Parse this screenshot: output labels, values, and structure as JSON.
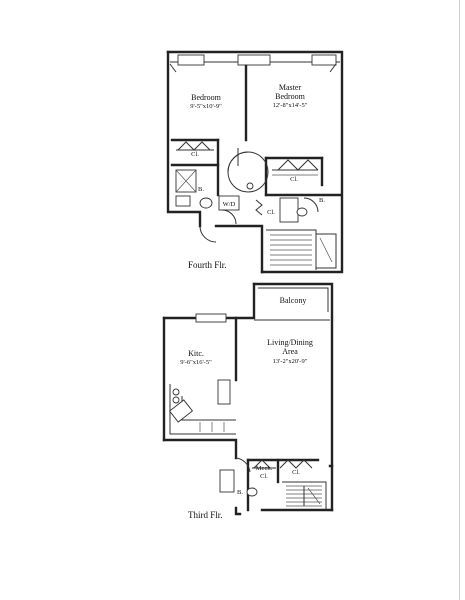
{
  "fourth_floor": {
    "caption": "Fourth Flr.",
    "bedroom": {
      "name": "Bedroom",
      "dims": "9'-5\"x10'-9\""
    },
    "master_bedroom": {
      "name_line1": "Master",
      "name_line2": "Bedroom",
      "dims": "12'-8\"x14'-5\""
    },
    "closets": [
      "Cl.",
      "Cl.",
      "Cl."
    ],
    "baths": [
      "B.",
      "B."
    ],
    "washer_dryer": "W/D"
  },
  "third_floor": {
    "caption": "Third Flr.",
    "balcony": "Balcony",
    "kitchen": {
      "name": "Kitc.",
      "dims": "9'-6\"x16'-5\""
    },
    "living_dining": {
      "name_line1": "Living/Dining",
      "name_line2": "Area",
      "dims": "13'-2\"x20'-9\""
    },
    "mech_closet": {
      "line1": "Mech.",
      "line2": "Cl."
    },
    "closet": "Cl.",
    "bath": "B."
  }
}
